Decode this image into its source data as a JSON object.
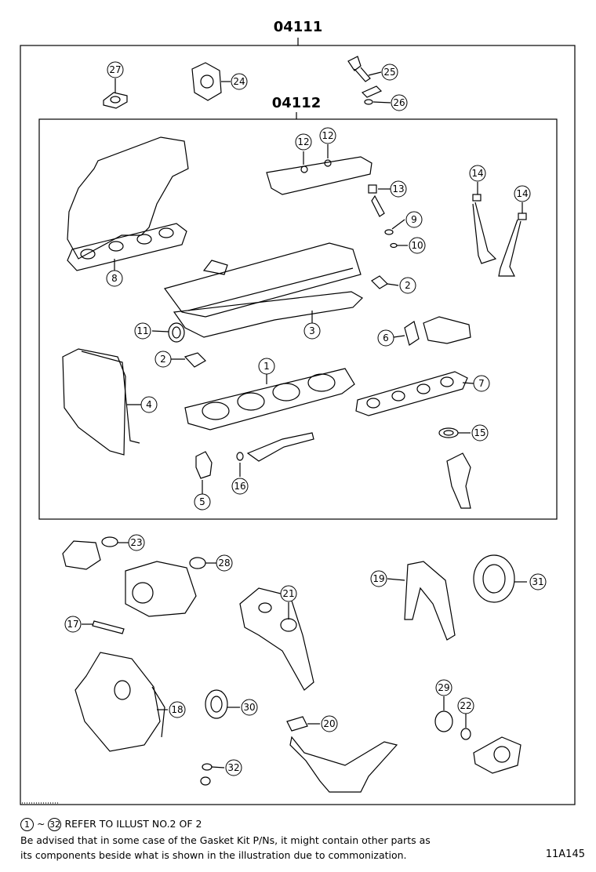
{
  "kit_outer": {
    "code": "04111"
  },
  "kit_inner": {
    "code": "04112"
  },
  "callouts": [
    "27",
    "24",
    "25",
    "26",
    "12",
    "12",
    "13",
    "14",
    "14",
    "9",
    "10",
    "8",
    "2",
    "3",
    "11",
    "2",
    "6",
    "1",
    "7",
    "4",
    "15",
    "5",
    "16",
    "23",
    "28",
    "19",
    "31",
    "21",
    "17",
    "18",
    "30",
    "29",
    "22",
    "20",
    "32"
  ],
  "note": {
    "range_from": "1",
    "range_sep": "~",
    "range_to": "32",
    "refer_text": "REFER TO ILLUST NO.2 OF 2",
    "line1": "Be advised that in some case of the Gasket Kit P/Ns,  it might contain other parts as",
    "line2": "its components beside what is shown in the illustration due to commonization."
  },
  "figure_code": "11A145"
}
